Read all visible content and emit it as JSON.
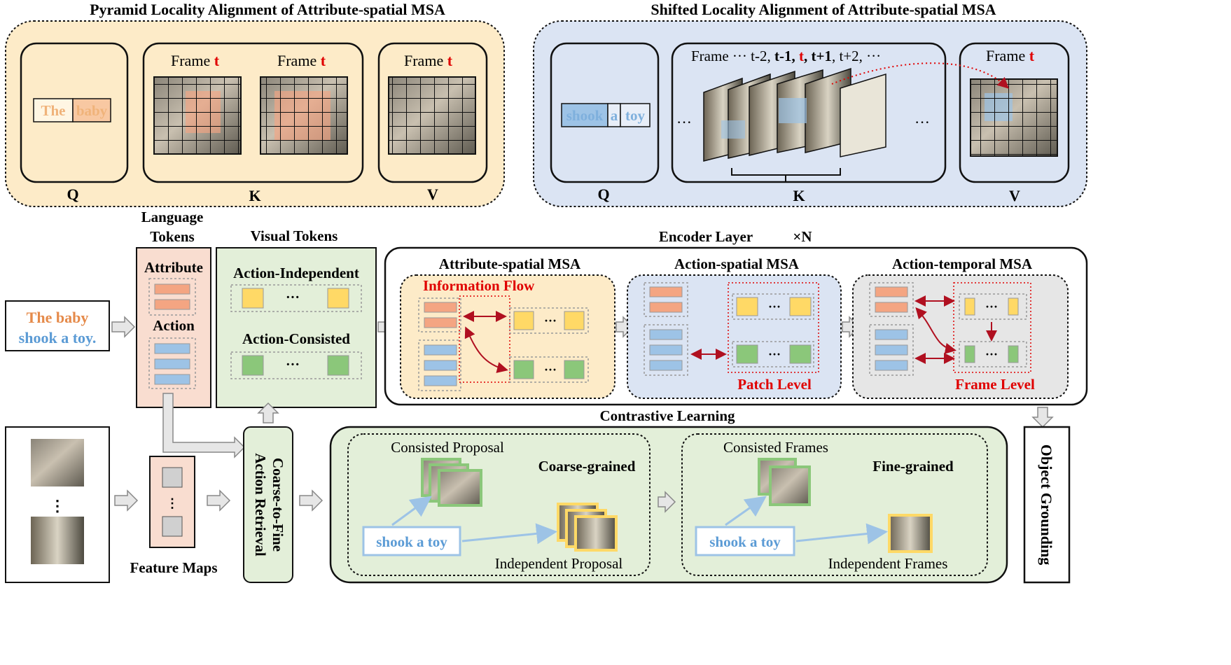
{
  "top_left": {
    "title": "Pyramid Locality Alignment of Attribute-spatial MSA",
    "q_label": "Q",
    "k_label": "K",
    "v_label": "V",
    "q_tokens": [
      "The",
      "baby"
    ],
    "frame_word": "Frame",
    "frame_t": "t"
  },
  "top_right": {
    "title": "Shifted Locality Alignment of Attribute-spatial MSA",
    "q_label": "Q",
    "k_label": "K",
    "v_label": "V",
    "q_tokens": [
      "shook",
      "a",
      "toy"
    ],
    "frame_seq": [
      "Frame ··· t-2, ",
      "t-1, ",
      "t",
      ", ",
      "t+1",
      ", t+2, ···"
    ],
    "frame_word": "Frame",
    "frame_t": "t",
    "ellipsis": "···"
  },
  "left": {
    "query_line1": "The baby",
    "query_line2": "shook a toy.",
    "lang_tokens_title_1": "Language",
    "lang_tokens_title_2": "Tokens",
    "attribute": "Attribute",
    "action": "Action",
    "visual_tokens_title": "Visual Tokens",
    "action_independent": "Action-Independent",
    "action_consisted": "Action-Consisted",
    "dots": "···",
    "vdots": "⋮",
    "feature_maps": "Feature Maps",
    "retrieval_line1": "Coarse-to-Fine",
    "retrieval_line2": "Action Retrieval"
  },
  "encoder": {
    "title": "Encoder Layer",
    "times_n": "×N",
    "attr_spatial": "Attribute-spatial MSA",
    "action_spatial": "Action-spatial MSA",
    "action_temporal": "Action-temporal MSA",
    "information_flow": "Information Flow",
    "patch_level": "Patch Level",
    "frame_level": "Frame Level",
    "dots": "···"
  },
  "contrastive": {
    "title": "Contrastive Learning",
    "consisted_proposal": "Consisted Proposal",
    "coarse_grained": "Coarse-grained",
    "independent_proposal": "Independent Proposal",
    "consisted_frames": "Consisted Frames",
    "fine_grained": "Fine-grained",
    "independent_frames": "Independent Frames",
    "query": "shook a toy"
  },
  "output": {
    "object_grounding": "Object Grounding"
  },
  "colors": {
    "orange_bg": "#fdebc8",
    "blue_bg": "#dbe4f3",
    "green_bg": "#e3efd9",
    "gray_bg": "#e6e6e6",
    "pink_bg": "#f9ddd0",
    "red": "#e00000",
    "dark_red": "#b01020",
    "orange_text": "#e58a4a",
    "blue_text": "#5b9bd5",
    "token_orange": "#f4a582",
    "token_blue": "#9dc3e6",
    "token_yellow": "#ffd966",
    "token_green": "#8bc77a"
  }
}
